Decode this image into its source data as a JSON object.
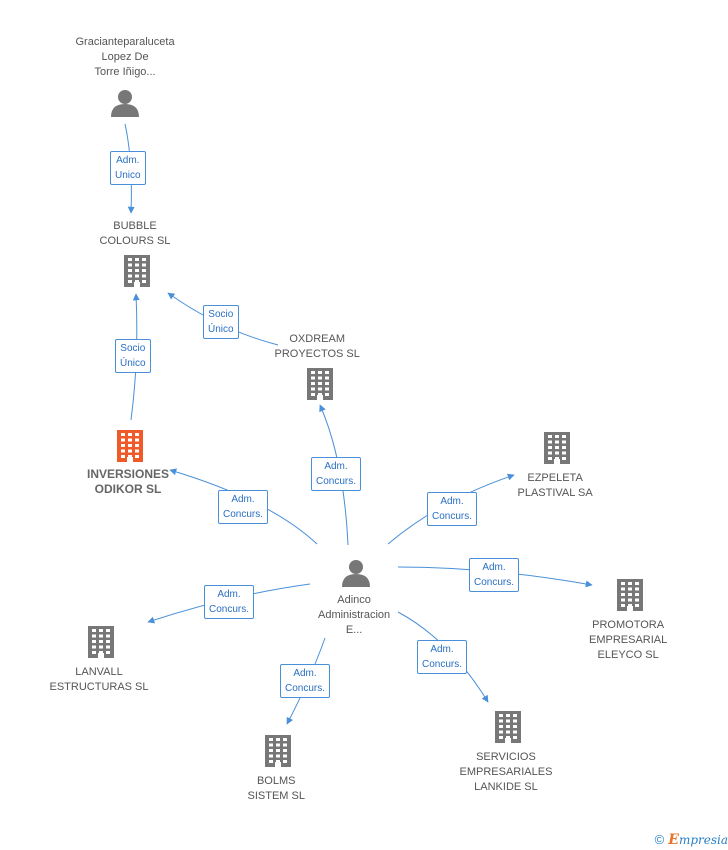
{
  "nodes": {
    "graciante": {
      "lines": [
        "Gracianteparaluceta",
        "Lopez De",
        "Torre Iñigo..."
      ],
      "type": "person"
    },
    "bubble": {
      "lines": [
        "BUBBLE",
        "COLOURS SL"
      ],
      "type": "company"
    },
    "oxdream": {
      "lines": [
        "OXDREAM",
        "PROYECTOS  SL"
      ],
      "type": "company"
    },
    "inversiones": {
      "lines": [
        "INVERSIONES",
        "ODIKOR SL"
      ],
      "type": "company-highlight"
    },
    "ezpeleta": {
      "lines": [
        "EZPELETA",
        "PLASTIVAL SA"
      ],
      "type": "company"
    },
    "adinco": {
      "lines": [
        "Adinco",
        "Administracion",
        "E..."
      ],
      "type": "person"
    },
    "promotora": {
      "lines": [
        "PROMOTORA",
        "EMPRESARIAL",
        "ELEYCO SL"
      ],
      "type": "company"
    },
    "lanvall": {
      "lines": [
        "LANVALL",
        "ESTRUCTURAS SL"
      ],
      "type": "company"
    },
    "bolms": {
      "lines": [
        "BOLMS",
        "SISTEM SL"
      ],
      "type": "company"
    },
    "servicios": {
      "lines": [
        "SERVICIOS",
        "EMPRESARIALES",
        "LANKIDE SL"
      ],
      "type": "company"
    }
  },
  "edges": [
    {
      "from": "graciante",
      "to": "bubble",
      "label": [
        "Adm.",
        "Unico"
      ]
    },
    {
      "from": "oxdream",
      "to": "bubble",
      "label": [
        "Socio",
        "Único"
      ]
    },
    {
      "from": "inversiones",
      "to": "bubble",
      "label": [
        "Socio",
        "Único"
      ]
    },
    {
      "from": "adinco",
      "to": "oxdream",
      "label": [
        "Adm.",
        "Concurs."
      ]
    },
    {
      "from": "adinco",
      "to": "inversiones",
      "label": [
        "Adm.",
        "Concurs."
      ]
    },
    {
      "from": "adinco",
      "to": "ezpeleta",
      "label": [
        "Adm.",
        "Concurs."
      ]
    },
    {
      "from": "adinco",
      "to": "promotora",
      "label": [
        "Adm.",
        "Concurs."
      ]
    },
    {
      "from": "adinco",
      "to": "lanvall",
      "label": [
        "Adm.",
        "Concurs."
      ]
    },
    {
      "from": "adinco",
      "to": "bolms",
      "label": [
        "Adm.",
        "Concurs."
      ]
    },
    {
      "from": "adinco",
      "to": "servicios",
      "label": [
        "Adm.",
        "Concurs."
      ]
    }
  ],
  "colors": {
    "edge": "#4a90d9",
    "icon": "#777777",
    "highlight": "#f05a28",
    "label_text": "#2a6fc4"
  },
  "footer": {
    "copyright_symbol": "©",
    "brand_first": "E",
    "brand_rest": "mpresia"
  }
}
